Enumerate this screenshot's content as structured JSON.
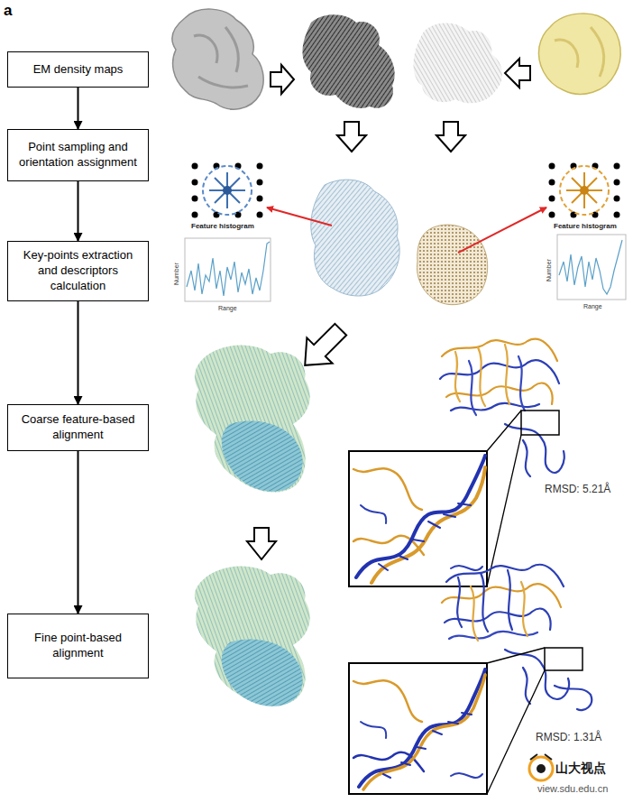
{
  "diagram": {
    "nodes": [
      {
        "text": [
          "EM density maps"
        ]
      },
      {
        "text": [
          "Point sampling and orientation assignment"
        ]
      },
      {
        "text": [
          "Key-points extraction and descriptors calculation"
        ]
      },
      {
        "text": [
          "Coarse feature-based alignment"
        ]
      },
      {
        "text": [
          "Fine point-based alignment"
        ]
      }
    ],
    "edges": [
      {
        "from": 0,
        "to": 1,
        "arrow": "to"
      },
      {
        "from": 1,
        "to": 2,
        "arrow": "to"
      },
      {
        "from": 2,
        "to": 3,
        "arrow": "to"
      },
      {
        "from": 3,
        "to": 4,
        "arrow": "to"
      }
    ],
    "labels": [
      "a",
      "Feature histogram",
      "Number",
      "Range",
      "Feature histogram",
      "Number",
      "Range",
      "RMSD: 5.21Å",
      "RMSD: 1.31Å",
      "山大视点",
      "view.sdu.edu.cn"
    ]
  }
}
